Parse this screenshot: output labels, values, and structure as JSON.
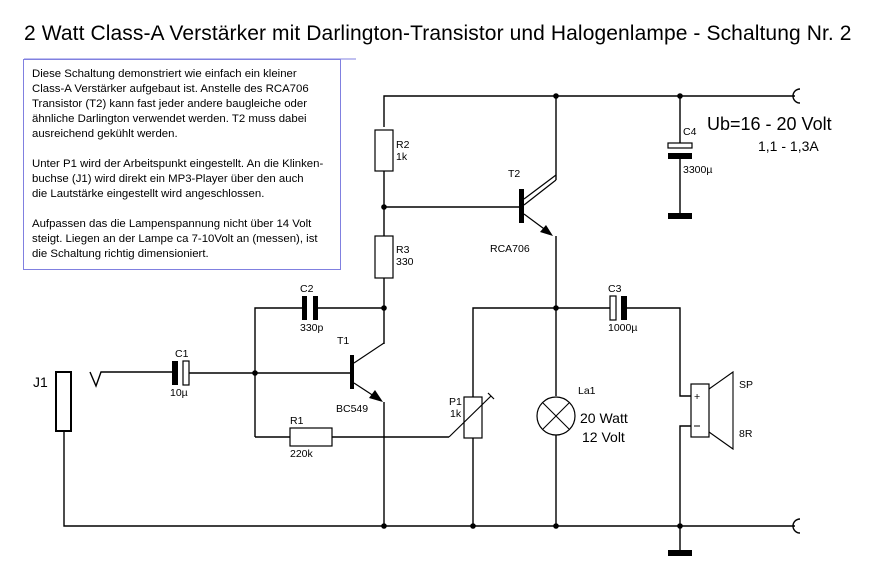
{
  "title": "2 Watt Class-A Verstärker mit Darlington-Transistor und Halogenlampe - Schaltung Nr. 2",
  "description": [
    "Diese Schaltung demonstriert wie einfach ein kleiner\nClass-A Verstärker aufgebaut ist. Anstelle des RCA706\nTransistor (T2) kann fast jeder andere baugleiche oder\nähnliche Darlington verwendet werden. T2 muss dabei\nausreichend gekühlt werden.",
    "Unter P1 wird der Arbeitspunkt eingestellt. An die Klinken-\nbuchse (J1) wird direkt ein MP3-Player über den auch\ndie Lautstärke eingestellt wird angeschlossen.",
    "Aufpassen das die Lampenspannung nicht über 14 Volt\nsteigt. Liegen an der Lampe ca 7-10Volt an (messen), ist\ndie Schaltung richtig dimensioniert."
  ],
  "supply": {
    "voltage": "Ub=16 - 20 Volt",
    "current": "1,1 - 1,3A"
  },
  "components": {
    "J1": {
      "name": "J1"
    },
    "C1": {
      "name": "C1",
      "value": "10µ"
    },
    "C2": {
      "name": "C2",
      "value": "330p"
    },
    "C3": {
      "name": "C3",
      "value": "1000µ"
    },
    "C4": {
      "name": "C4",
      "value": "3300µ"
    },
    "R1": {
      "name": "R1",
      "value": "220k"
    },
    "R2": {
      "name": "R2",
      "value": "1k"
    },
    "R3": {
      "name": "R3",
      "value": "330"
    },
    "P1": {
      "name": "P1",
      "value": "1k"
    },
    "T1": {
      "name": "T1",
      "value": "BC549"
    },
    "T2": {
      "name": "T2",
      "value": "RCA706"
    },
    "La1": {
      "name": "La1",
      "value1": "20 Watt",
      "value2": "12 Volt"
    },
    "SP": {
      "name": "SP",
      "value": "8R"
    }
  }
}
